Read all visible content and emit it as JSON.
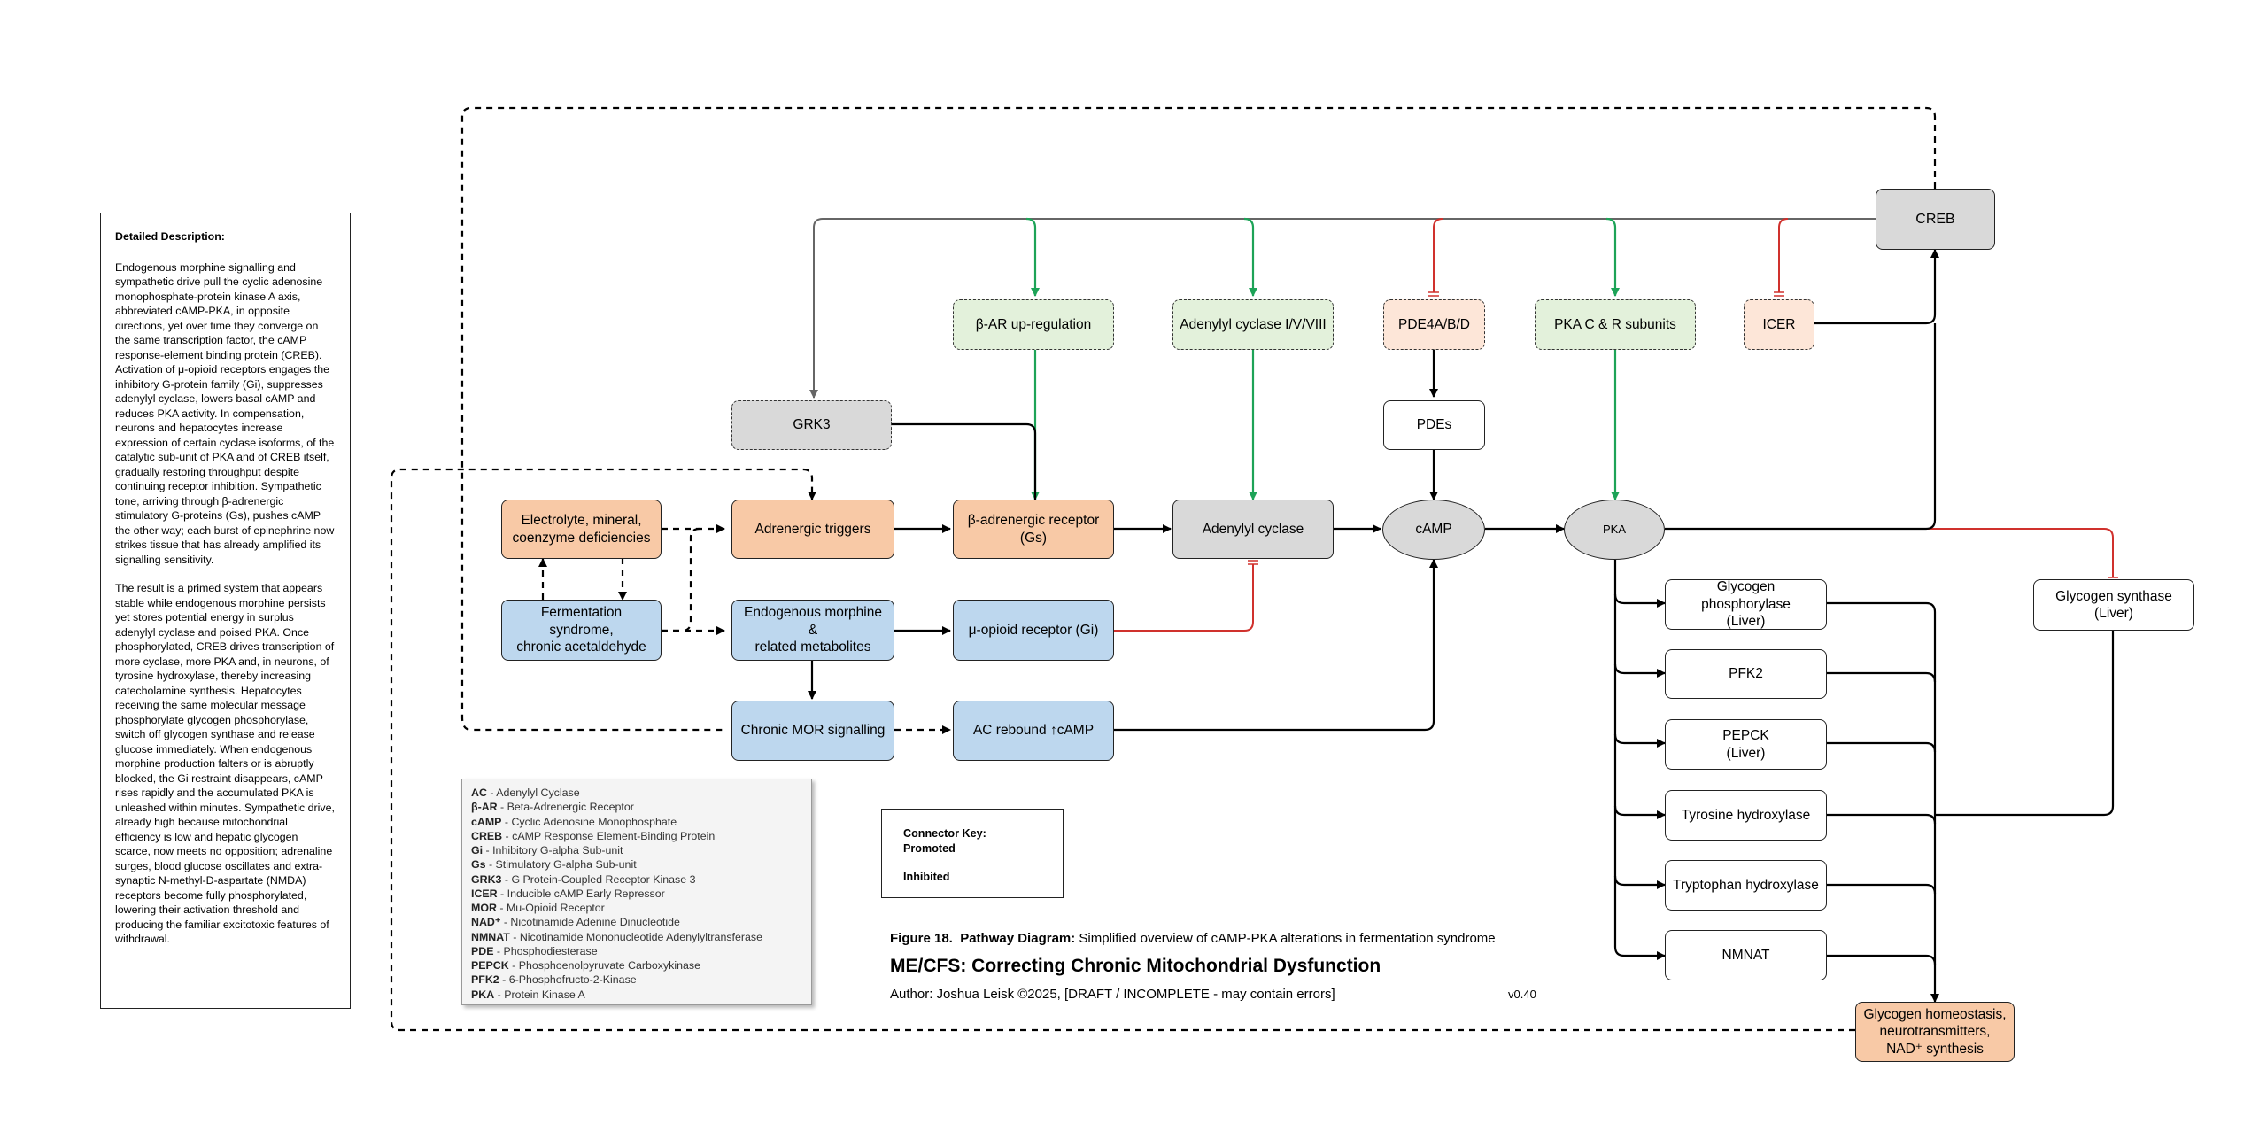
{
  "description": {
    "heading": "Detailed Description:",
    "paragraphs": [
      "Endogenous morphine signalling and sympathetic drive pull the cyclic adenosine monophosphate-protein kinase A axis, abbreviated cAMP-PKA, in opposite directions, yet over time they converge on the same transcription factor, the cAMP response-element binding protein (CREB). Activation of μ-opioid receptors engages the inhibitory G-protein family (Gi), suppresses adenylyl cyclase, lowers basal cAMP and reduces PKA activity. In compensation, neurons and hepatocytes increase expression of certain cyclase isoforms, of the catalytic sub-unit of PKA and of CREB itself, gradually restoring throughput despite continuing receptor inhibition. Sympathetic tone, arriving through β-adrenergic stimulatory G-proteins (Gs), pushes cAMP the other way; each burst of epinephrine now strikes tissue that has already amplified its signalling sensitivity.",
      "The result is a primed system that appears stable while endogenous morphine persists yet stores potential energy in surplus adenylyl cyclase and poised PKA. Once phosphorylated, CREB drives transcription of more cyclase, more PKA and, in neurons, of tyrosine hydroxylase, thereby increasing catecholamine synthesis. Hepatocytes receiving the same molecular message phosphorylate glycogen phosphorylase, switch off glycogen synthase and release glucose immediately. When endogenous morphine production falters or is abruptly blocked, the Gi restraint disappears, cAMP rises rapidly and the accumulated PKA is unleashed within minutes. Sympathetic drive, already high because mitochondrial efficiency is low and hepatic glycogen scarce, now meets no opposition; adrenaline surges, blood glucose oscillates and extra-synaptic N-methyl-D-aspartate (NMDA) receptors become fully phosphorylated, lowering their activation threshold and producing the familiar excitotoxic features of withdrawal."
    ]
  },
  "nodes": {
    "creb": "CREB",
    "bar_up": "β-AR up-regulation",
    "ac_iso": "Adenylyl cyclase I/V/VIII",
    "pde4": "PDE4A/B/D",
    "pka_sub": "PKA C & R subunits",
    "icer": "ICER",
    "grk3": "GRK3",
    "pdes": "PDEs",
    "electrolyte": "Electrolyte, mineral,\ncoenzyme deficiencies",
    "adrenergic": "Adrenergic triggers",
    "beta_rec": "β-adrenergic receptor\n(Gs)",
    "ac": "Adenylyl cyclase",
    "camp": "cAMP",
    "pka": "PKA",
    "fermentation": "Fermentation syndrome,\nchronic acetaldehyde",
    "morphine": "Endogenous morphine &\nrelated metabolites",
    "mu": "μ-opioid receptor (Gi)",
    "chronic_mor": "Chronic MOR signalling",
    "ac_rebound": "AC rebound ↑cAMP",
    "gly_phos": "Glycogen phosphorylase\n(Liver)",
    "pfk2": "PFK2",
    "pepck": "PEPCK\n(Liver)",
    "tyr": "Tyrosine hydroxylase",
    "trp": "Tryptophan hydroxylase",
    "nmnat": "NMNAT",
    "gly_syn": "Glycogen synthase\n(Liver)",
    "homeostasis": "Glycogen homeostasis,\nneurotransmitters,\nNAD⁺ synthesis"
  },
  "legend": [
    {
      "abbr": "AC",
      "text": "Adenylyl Cyclase"
    },
    {
      "abbr": "β-AR",
      "text": "Beta-Adrenergic Receptor"
    },
    {
      "abbr": "cAMP",
      "text": "Cyclic Adenosine Monophosphate"
    },
    {
      "abbr": "CREB",
      "text": "cAMP Response Element-Binding Protein"
    },
    {
      "abbr": "Gi",
      "text": "Inhibitory G-alpha Sub-unit"
    },
    {
      "abbr": "Gs",
      "text": "Stimulatory G-alpha Sub-unit"
    },
    {
      "abbr": "GRK3",
      "text": "G Protein-Coupled Receptor Kinase 3"
    },
    {
      "abbr": "ICER",
      "text": "Inducible cAMP Early Repressor"
    },
    {
      "abbr": "MOR",
      "text": "Mu-Opioid Receptor"
    },
    {
      "abbr": "NAD⁺",
      "text": "Nicotinamide Adenine Dinucleotide"
    },
    {
      "abbr": "NMNAT",
      "text": "Nicotinamide Mononucleotide Adenylyltransferase"
    },
    {
      "abbr": "PDE",
      "text": "Phosphodiesterase"
    },
    {
      "abbr": "PEPCK",
      "text": "Phosphoenolpyruvate Carboxykinase"
    },
    {
      "abbr": "PFK2",
      "text": "6-Phosphofructo-2-Kinase"
    },
    {
      "abbr": "PKA",
      "text": "Protein Kinase A"
    }
  ],
  "connector_key": {
    "title": "Connector Key:",
    "promoted": "Promoted",
    "inhibited": "Inhibited"
  },
  "caption": {
    "figure": "Figure 18.",
    "label": "Pathway Diagram:",
    "text": "Simplified overview of cAMP-PKA alterations in fermentation syndrome",
    "title": "ME/CFS: Correcting Chronic Mitochondrial Dysfunction",
    "author": "Author: Joshua Leisk ©2025, [DRAFT / INCOMPLETE - may contain errors]",
    "version": "v0.40"
  },
  "colors": {
    "promoted": "#000000",
    "inhibited": "#d0312d",
    "upregulated": "#1da357",
    "feedback": "#666666"
  }
}
